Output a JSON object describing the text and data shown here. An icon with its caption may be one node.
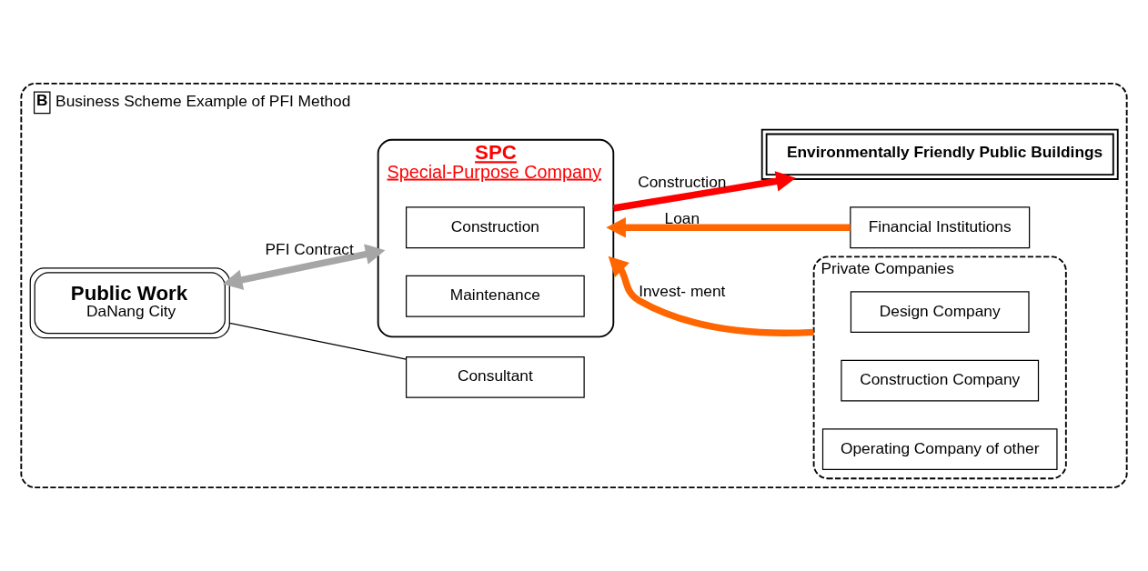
{
  "diagram": {
    "nodes": [
      {
        "text": [
          "B",
          "Business Scheme Example of PFI Method"
        ]
      },
      {
        "text": [
          "Public Work",
          "DaNang City"
        ],
        "in": 0
      },
      {
        "text": [
          "Consultant"
        ],
        "in": 0
      },
      {
        "text": [
          "SPC",
          "Special-Purpose Company"
        ],
        "in": 0
      },
      {
        "text": [
          "Construction"
        ],
        "in": 3
      },
      {
        "text": [
          "Maintenance"
        ],
        "in": 3
      },
      {
        "text": [
          "Private Companies"
        ],
        "in": 0
      },
      {
        "text": [
          "Design Company"
        ],
        "in": 6
      },
      {
        "text": [
          "Construction Company"
        ],
        "in": 6
      },
      {
        "text": [
          "Operating Company of other"
        ],
        "in": 6
      },
      {
        "text": [
          "Financial Institutions"
        ],
        "in": 0
      },
      {
        "text": [
          "Environmentally Friendly Public Buildings"
        ],
        "in": 0
      }
    ],
    "edges": [
      {
        "from": 1,
        "to": 3,
        "arrow": "both",
        "label": "PFI Contract",
        "color": "#a6a6a6"
      },
      {
        "from": 1,
        "to": 2,
        "arrow": "none",
        "color": "#000000"
      },
      {
        "from": 6,
        "to": 3,
        "arrow": "to",
        "label": "Invest- ment",
        "color": "#ff6600"
      },
      {
        "from": 10,
        "to": 3,
        "arrow": "to",
        "label": "Loan",
        "color": "#ff6600"
      },
      {
        "from": 3,
        "to": 11,
        "arrow": "to",
        "label": "Construction",
        "color": "#ff0000"
      }
    ]
  }
}
